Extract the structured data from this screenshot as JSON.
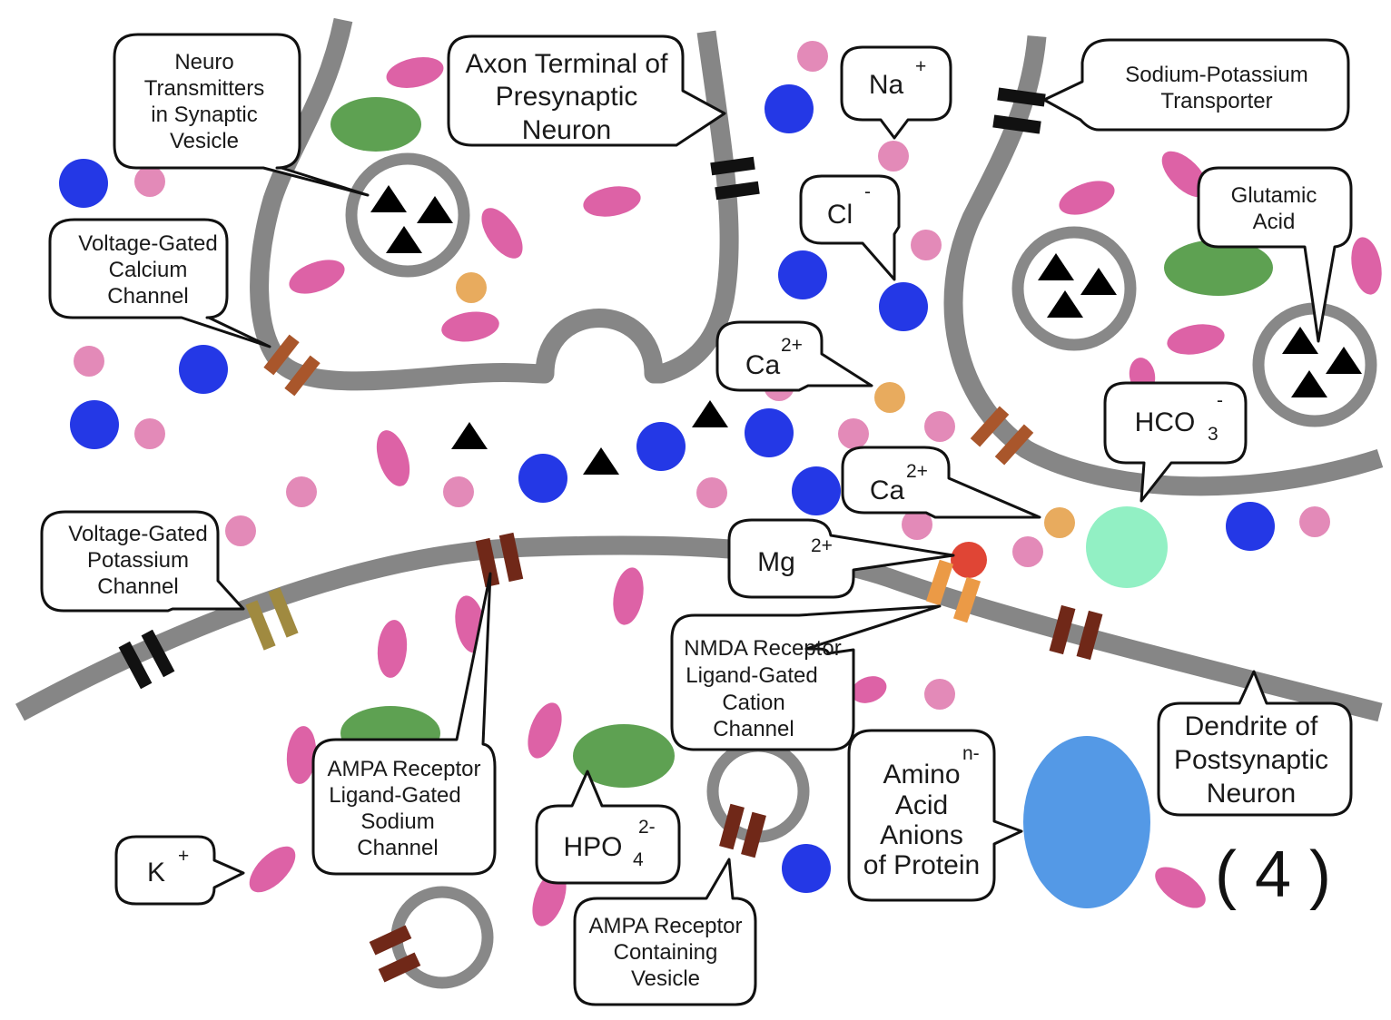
{
  "title": "Synapse diagram (4)",
  "figure_number": "( 4 )",
  "colors": {
    "membrane": "#868686",
    "sodium_ion": "#e38ab8",
    "chloride_ion": "#2438e6",
    "potassium_ion": "#dd62a6",
    "calcium_ion": "#e8ab5e",
    "magnesium_ion": "#e04535",
    "phosphate_ion": "#5ea152",
    "bicarbonate_ion": "#92f0c4",
    "protein_anion": "#5499e6",
    "neurotransmitter": "#000000",
    "sodium_potassium_transporter": "#111111",
    "voltage_gated_calcium_channel": "#a9562b",
    "voltage_gated_potassium_channel": "#a08a40",
    "ampa_receptor": "#702818",
    "nmda_receptor": "#eb9a46"
  },
  "labels": {
    "neurotransmitters_vesicle": [
      "Neuro",
      "Transmitters",
      "in Synaptic",
      "Vesicle"
    ],
    "axon_terminal": [
      "Axon Terminal of",
      "Presynaptic",
      "Neuron"
    ],
    "sodium": {
      "symbol": "Na",
      "charge": "+"
    },
    "sodium_potassium_transporter": [
      "Sodium-Potassium",
      "Transporter"
    ],
    "chloride": {
      "symbol": "Cl",
      "charge": "-"
    },
    "glutamic_acid": [
      "Glutamic",
      "Acid"
    ],
    "voltage_gated_calcium": [
      "Voltage-Gated",
      "Calcium",
      "Channel"
    ],
    "calcium_1": {
      "symbol": "Ca",
      "charge": "2+"
    },
    "calcium_2": {
      "symbol": "Ca",
      "charge": "2+"
    },
    "bicarbonate": {
      "symbol": "HCO",
      "subscript": "3",
      "charge": "-"
    },
    "voltage_gated_potassium": [
      "Voltage-Gated",
      "Potassium",
      "Channel"
    ],
    "magnesium": {
      "symbol": "Mg",
      "charge": "2+"
    },
    "nmda_receptor": [
      "NMDA Receptor",
      "Ligand-Gated",
      "Cation",
      "Channel"
    ],
    "dendrite": [
      "Dendrite of",
      "Postsynaptic",
      "Neuron"
    ],
    "ampa_receptor": [
      "AMPA Receptor",
      "Ligand-Gated",
      "Sodium",
      "Channel"
    ],
    "phosphate": {
      "symbol": "HPO",
      "subscript": "4",
      "charge": "2-"
    },
    "ampa_vesicle": [
      "AMPA Receptor",
      "Containing",
      "Vesicle"
    ],
    "amino_acid_anions": {
      "lines": [
        "Amino",
        "Acid",
        "Anions",
        "of Protein"
      ],
      "charge": "n-"
    },
    "potassium": {
      "symbol": "K",
      "charge": "+"
    }
  }
}
